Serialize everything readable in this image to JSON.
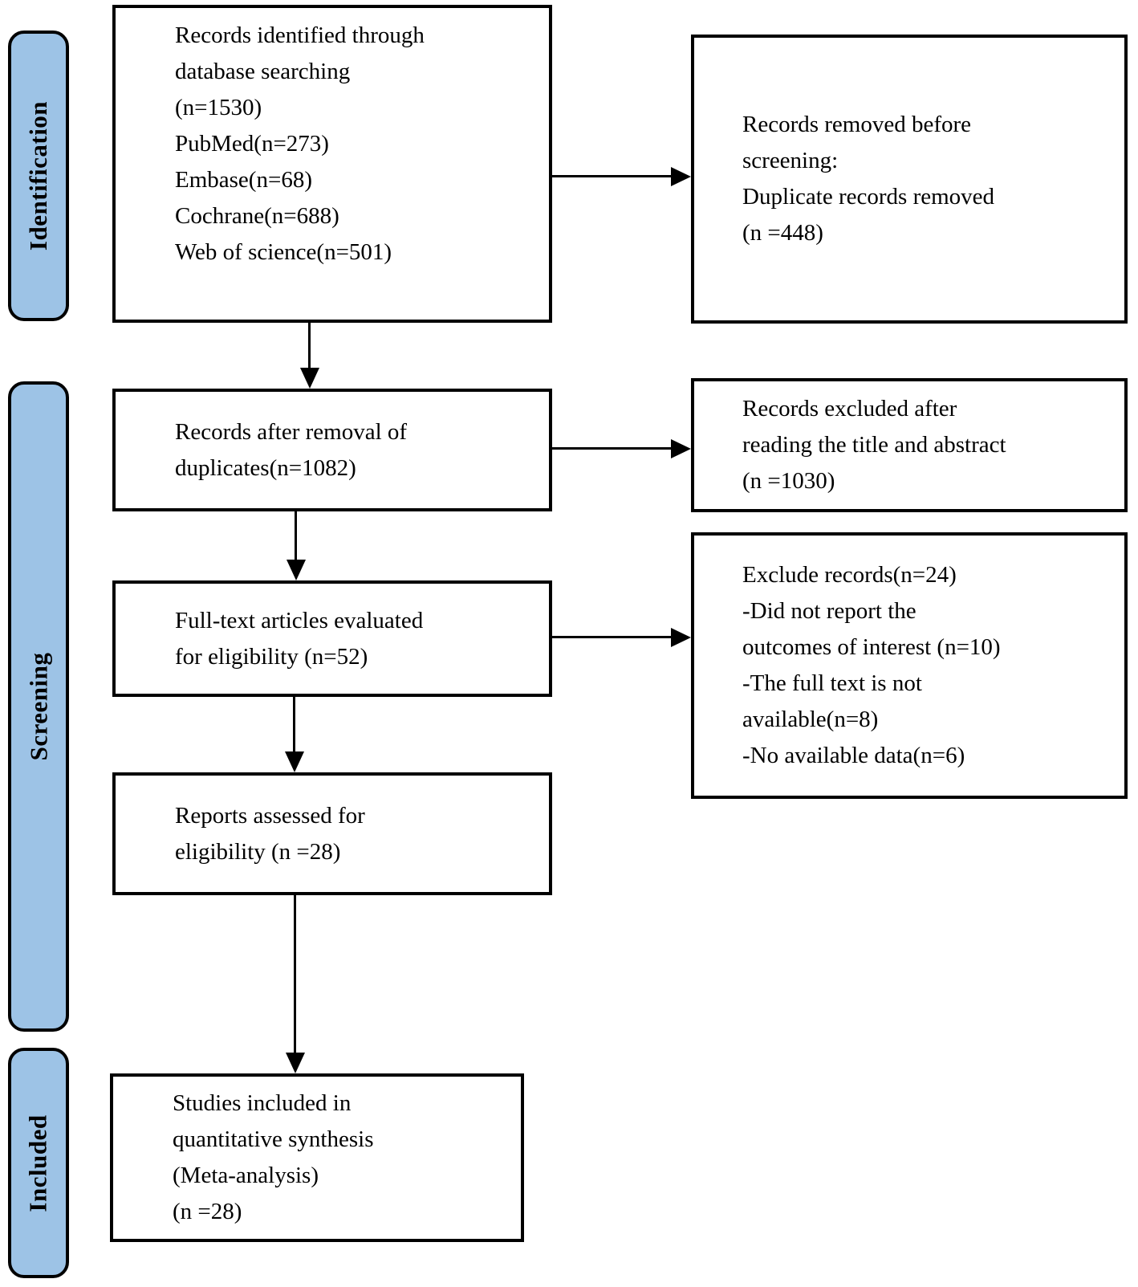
{
  "diagram": {
    "title": "PRISMA study selection flow diagram",
    "stages": [
      {
        "label": "Identification"
      },
      {
        "label": "Screening"
      },
      {
        "label": "Included"
      }
    ],
    "flow": [
      {
        "text": "Records identified through\ndatabase searching\n(n=1530)\nPubMed(n=273)\nEmbase(n=68)\nCochrane(n=688)\nWeb of science(n=501)"
      },
      {
        "text": "Records after removal of\nduplicates(n=1082)"
      },
      {
        "text": "Full-text articles evaluated\nfor eligibility (n=52)"
      },
      {
        "text": "Reports assessed for\neligibility (n =28)"
      },
      {
        "text": "Studies included in\nquantitative synthesis\n(Meta-analysis)\n(n =28)"
      }
    ],
    "exclusions": [
      {
        "text": "Records removed before\nscreening:\nDuplicate records removed\n(n =448)"
      },
      {
        "text": "Records excluded after\nreading the title and abstract\n(n =1030)"
      },
      {
        "text": "Exclude records(n=24)\n-Did not report the\noutcomes of interest (n=10)\n-The full text is not\navailable(n=8)\n-No available data(n=6)"
      }
    ],
    "colors": {
      "stage_fill": "#9DC3E6",
      "border": "#000000",
      "box_fill": "#FFFFFF"
    }
  }
}
